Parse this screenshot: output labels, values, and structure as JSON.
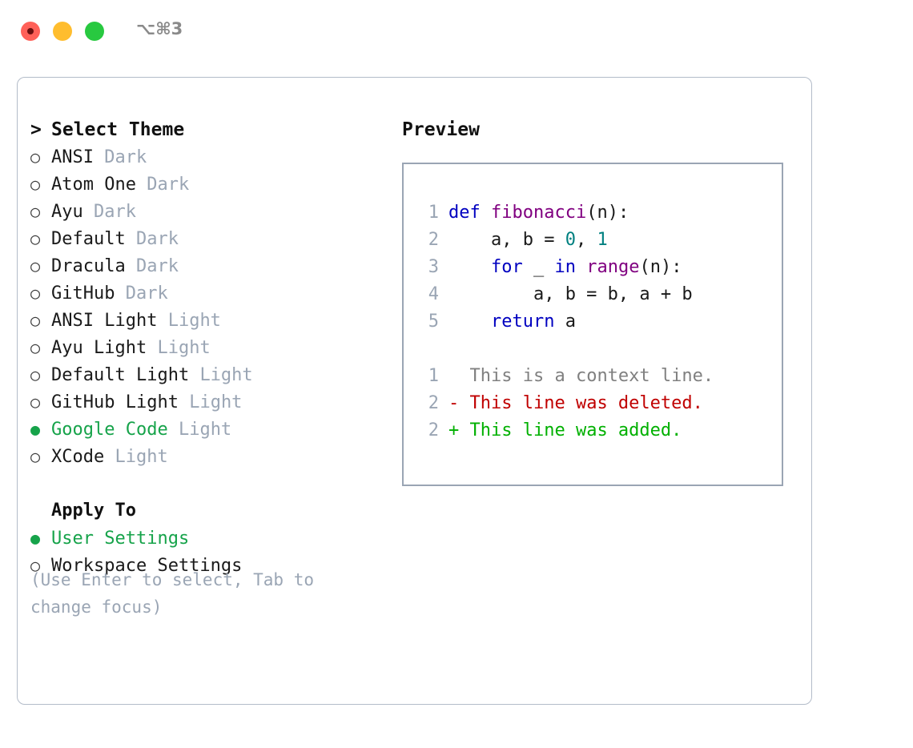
{
  "titlebar": {
    "shortcut": "⌥⌘3",
    "buttons": [
      "close",
      "minimize",
      "maximize"
    ]
  },
  "left": {
    "header": {
      "caret": ">",
      "label": "Select Theme"
    },
    "bullet_off": "○",
    "bullet_on": "●",
    "themes": [
      {
        "name": "ANSI",
        "tag": "Dark",
        "selected": false
      },
      {
        "name": "Atom One",
        "tag": "Dark",
        "selected": false
      },
      {
        "name": "Ayu",
        "tag": "Dark",
        "selected": false
      },
      {
        "name": "Default",
        "tag": "Dark",
        "selected": false
      },
      {
        "name": "Dracula",
        "tag": "Dark",
        "selected": false
      },
      {
        "name": "GitHub",
        "tag": "Dark",
        "selected": false
      },
      {
        "name": "ANSI Light",
        "tag": "Light",
        "selected": false
      },
      {
        "name": "Ayu Light",
        "tag": "Light",
        "selected": false
      },
      {
        "name": "Default Light",
        "tag": "Light",
        "selected": false
      },
      {
        "name": "GitHub Light",
        "tag": "Light",
        "selected": false
      },
      {
        "name": "Google Code",
        "tag": "Light",
        "selected": true
      },
      {
        "name": "XCode",
        "tag": "Light",
        "selected": false
      }
    ],
    "apply_to": {
      "title": "Apply To",
      "options": [
        {
          "name": "User Settings",
          "selected": true
        },
        {
          "name": "Workspace Settings",
          "selected": false
        }
      ]
    },
    "hint": "(Use Enter to select, Tab to change focus)"
  },
  "right": {
    "title": "Preview",
    "code_lines": [
      {
        "num": "1",
        "tokens": [
          {
            "t": "def ",
            "c": "kw"
          },
          {
            "t": "fibonacci",
            "c": "fn"
          },
          {
            "t": "(n):",
            "c": "pln"
          }
        ]
      },
      {
        "num": "2",
        "tokens": [
          {
            "t": "    a, b = ",
            "c": "pln"
          },
          {
            "t": "0",
            "c": "num"
          },
          {
            "t": ", ",
            "c": "pln"
          },
          {
            "t": "1",
            "c": "num"
          }
        ]
      },
      {
        "num": "3",
        "tokens": [
          {
            "t": "    ",
            "c": "pln"
          },
          {
            "t": "for",
            "c": "kw"
          },
          {
            "t": " _ ",
            "c": "pln"
          },
          {
            "t": "in",
            "c": "kw"
          },
          {
            "t": " ",
            "c": "pln"
          },
          {
            "t": "range",
            "c": "fn"
          },
          {
            "t": "(n):",
            "c": "pln"
          }
        ]
      },
      {
        "num": "4",
        "tokens": [
          {
            "t": "        a, b = b, a + b",
            "c": "pln"
          }
        ]
      },
      {
        "num": "5",
        "tokens": [
          {
            "t": "    ",
            "c": "pln"
          },
          {
            "t": "return",
            "c": "kw"
          },
          {
            "t": " a",
            "c": "pln"
          }
        ]
      }
    ],
    "diff_lines": [
      {
        "num": "1",
        "marker": "  ",
        "text": "This is a context line.",
        "cls": "ctx"
      },
      {
        "num": "2",
        "marker": "- ",
        "text": "This line was deleted.",
        "cls": "del"
      },
      {
        "num": "2",
        "marker": "+ ",
        "text": "This line was added.",
        "cls": "add"
      }
    ]
  },
  "colors": {
    "accent_green": "#16a34a",
    "tag_gray": "#9aa5b4",
    "border": "#b3bcc9",
    "keyword": "#0000c0",
    "function": "#800080",
    "number": "#008080",
    "deleted": "#c00000",
    "added": "#00b000"
  }
}
